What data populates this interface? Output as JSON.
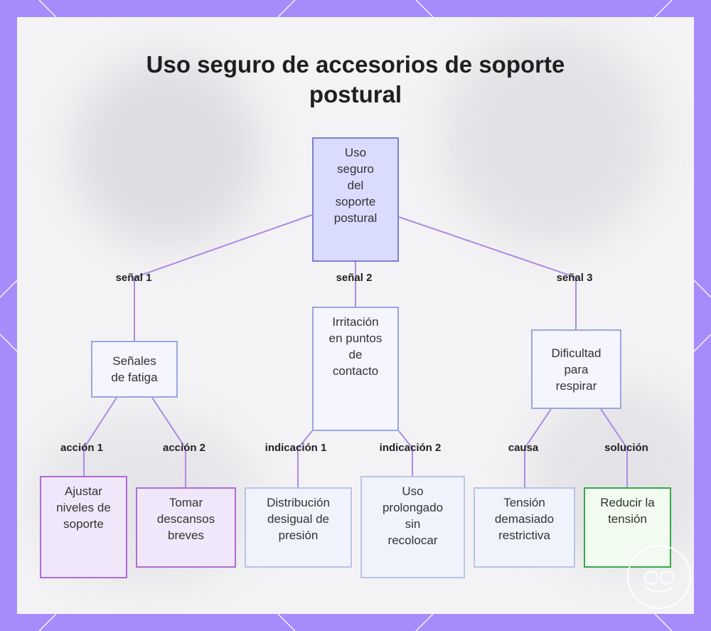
{
  "title": {
    "line1": "Uso seguro de accesorios de soporte",
    "line2": "postural"
  },
  "root": {
    "lines": [
      "Uso",
      "seguro",
      "del",
      "soporte",
      "postural"
    ]
  },
  "branches": [
    {
      "edge_label": "señal 1",
      "node": {
        "lines": [
          "Señales",
          "de fatiga"
        ]
      },
      "children": [
        {
          "edge_label": "acción 1",
          "lines": [
            "Ajustar",
            "niveles de",
            "soporte"
          ]
        },
        {
          "edge_label": "acción 2",
          "lines": [
            "Tomar",
            "descansos",
            "breves"
          ]
        }
      ]
    },
    {
      "edge_label": "señal 2",
      "node": {
        "lines": [
          "Irritación",
          "en puntos",
          "de",
          "contacto"
        ]
      },
      "children": [
        {
          "edge_label": "indicación 1",
          "lines": [
            "Distribución",
            "desigual de",
            "presión"
          ]
        },
        {
          "edge_label": "indicación 2",
          "lines": [
            "Uso",
            "prolongado",
            "sin",
            "recolocar"
          ]
        }
      ]
    },
    {
      "edge_label": "señal 3",
      "node": {
        "lines": [
          "Dificultad",
          "para",
          "respirar"
        ]
      },
      "children": [
        {
          "edge_label": "causa",
          "lines": [
            "Tensión",
            "demasiado",
            "restrictiva"
          ]
        },
        {
          "edge_label": "solución",
          "lines": [
            "Reducir la",
            "tensión"
          ]
        }
      ]
    }
  ],
  "colors": {
    "frame": "#a78bfa",
    "connector": "#a98be6",
    "root_fill": "#d9dcff",
    "action_border": "#b06ad6",
    "indication_border": "#b9c3e8",
    "solution_border": "#36a84a"
  }
}
